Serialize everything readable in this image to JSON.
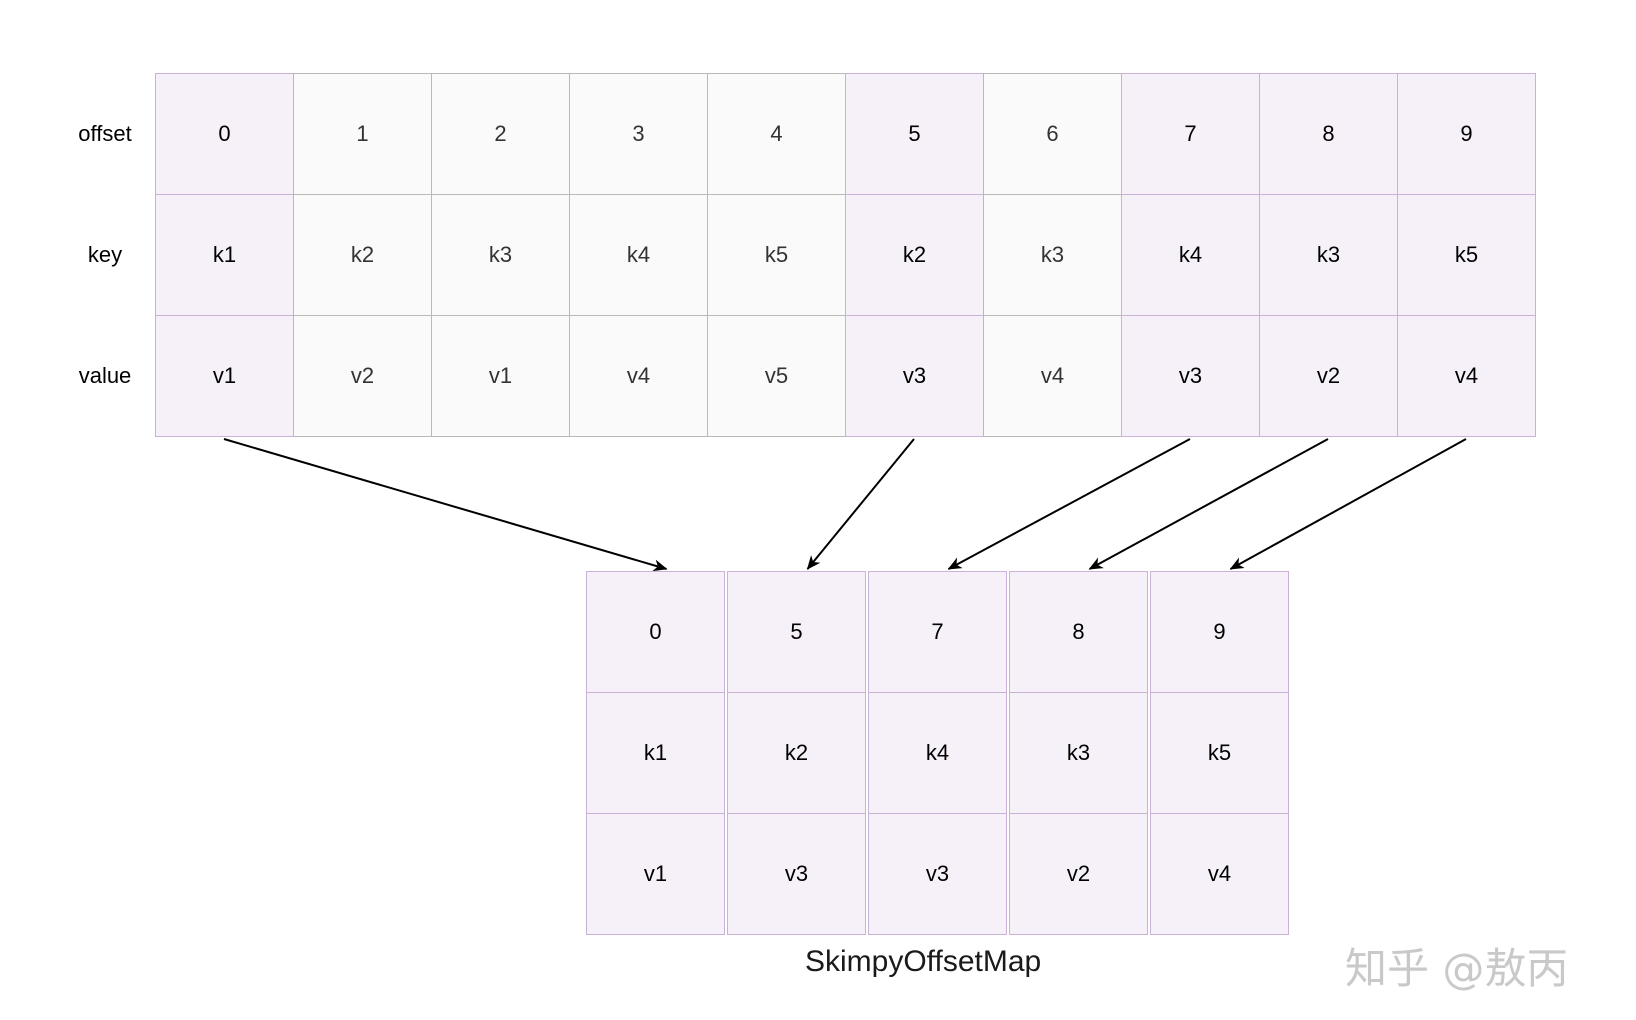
{
  "colors": {
    "highlight_fill": "#f6f1f8",
    "highlight_border": "#c9b2d6",
    "plain_fill": "#fafafa",
    "plain_border": "#b9b9b9",
    "arrow": "#000000"
  },
  "top_table": {
    "row_labels": [
      "offset",
      "key",
      "value"
    ],
    "columns": [
      {
        "offset": "0",
        "key": "k1",
        "value": "v1",
        "highlight": true
      },
      {
        "offset": "1",
        "key": "k2",
        "value": "v2",
        "highlight": false
      },
      {
        "offset": "2",
        "key": "k3",
        "value": "v1",
        "highlight": false
      },
      {
        "offset": "3",
        "key": "k4",
        "value": "v4",
        "highlight": false
      },
      {
        "offset": "4",
        "key": "k5",
        "value": "v5",
        "highlight": false
      },
      {
        "offset": "5",
        "key": "k2",
        "value": "v3",
        "highlight": true
      },
      {
        "offset": "6",
        "key": "k3",
        "value": "v4",
        "highlight": false
      },
      {
        "offset": "7",
        "key": "k4",
        "value": "v3",
        "highlight": true
      },
      {
        "offset": "8",
        "key": "k3",
        "value": "v2",
        "highlight": true
      },
      {
        "offset": "9",
        "key": "k5",
        "value": "v4",
        "highlight": true
      }
    ]
  },
  "bottom_table": {
    "columns": [
      {
        "offset": "0",
        "key": "k1",
        "value": "v1"
      },
      {
        "offset": "5",
        "key": "k2",
        "value": "v3"
      },
      {
        "offset": "7",
        "key": "k4",
        "value": "v3"
      },
      {
        "offset": "8",
        "key": "k3",
        "value": "v2"
      },
      {
        "offset": "9",
        "key": "k5",
        "value": "v4"
      }
    ]
  },
  "mappings": [
    {
      "from_offset": "0",
      "to_index": 0
    },
    {
      "from_offset": "5",
      "to_index": 1
    },
    {
      "from_offset": "7",
      "to_index": 2
    },
    {
      "from_offset": "8",
      "to_index": 3
    },
    {
      "from_offset": "9",
      "to_index": 4
    }
  ],
  "caption": "SkimpyOffsetMap",
  "watermark": "知乎 @敖丙"
}
